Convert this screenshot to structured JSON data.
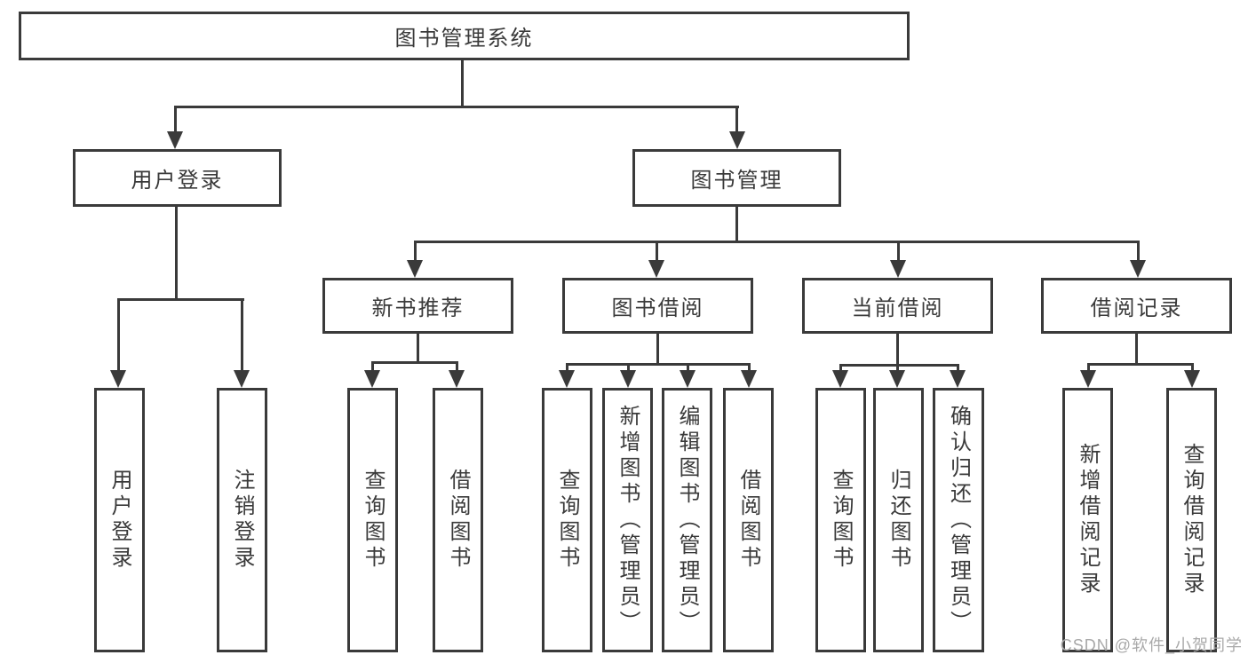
{
  "root": {
    "label": "图书管理系统"
  },
  "branches": {
    "user": {
      "label": "用户登录",
      "children": [
        {
          "label": "用户登录"
        },
        {
          "label": "注销登录"
        }
      ]
    },
    "book": {
      "label": "图书管理",
      "sections": [
        {
          "label": "新书推荐",
          "children": [
            {
              "label": "查询图书"
            },
            {
              "label": "借阅图书"
            }
          ]
        },
        {
          "label": "图书借阅",
          "children": [
            {
              "label": "查询图书"
            },
            {
              "label": "新增图书（管理员）"
            },
            {
              "label": "编辑图书（管理员）"
            },
            {
              "label": "借阅图书"
            }
          ]
        },
        {
          "label": "当前借阅",
          "children": [
            {
              "label": "查询图书"
            },
            {
              "label": "归还图书"
            },
            {
              "label": "确认归还（管理员）"
            }
          ]
        },
        {
          "label": "借阅记录",
          "children": [
            {
              "label": "新增借阅记录"
            },
            {
              "label": "查询借阅记录"
            }
          ]
        }
      ]
    }
  },
  "watermark": "CSDN @软件_小贺同学",
  "colors": {
    "line": "#3a3a3a",
    "text": "#3a3a3a",
    "background": "#ffffff",
    "watermark": "#a9a9a9"
  }
}
